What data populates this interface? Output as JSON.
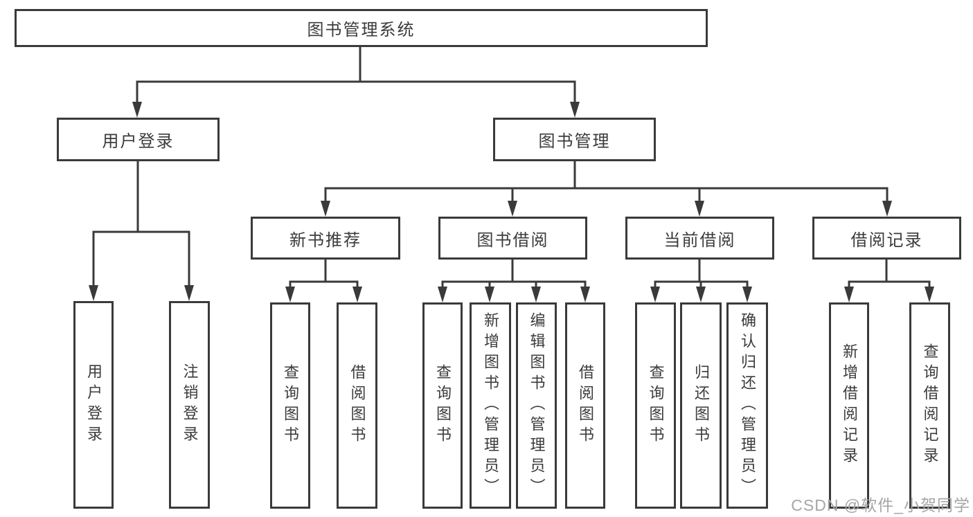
{
  "colors": {
    "ink": "#3a3a3a",
    "box_bg": "#ffffff",
    "watermark": "#a6a6a6"
  },
  "watermark": "CSDN @软件_小贺同学",
  "tree": {
    "root": "图书管理系统",
    "branches": [
      {
        "label": "用户登录",
        "children": [
          "用户登录",
          "注销登录"
        ]
      },
      {
        "label": "图书管理",
        "groups": [
          {
            "label": "新书推荐",
            "children": [
              "查询图书",
              "借阅图书"
            ]
          },
          {
            "label": "图书借阅",
            "children": [
              "查询图书",
              "新增图书（管理员）",
              "编辑图书（管理员）",
              "借阅图书"
            ]
          },
          {
            "label": "当前借阅",
            "children": [
              "查询图书",
              "归还图书",
              "确认归还（管理员）"
            ]
          },
          {
            "label": "借阅记录",
            "children": [
              "新增借阅记录",
              "查询借阅记录"
            ]
          }
        ]
      }
    ]
  }
}
